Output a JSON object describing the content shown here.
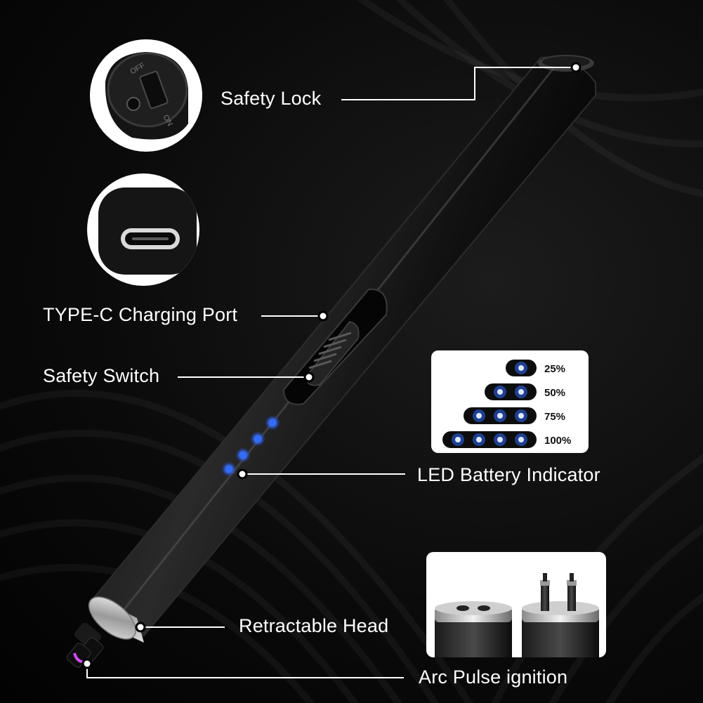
{
  "callouts": {
    "safety_lock": "Safety Lock",
    "type_c_port": "TYPE-C Charging Port",
    "safety_switch": "Safety Switch",
    "led_indicator": "LED Battery Indicator",
    "retractable_head": "Retractable Head",
    "arc_ignition": "Arc Pulse ignition"
  },
  "safety_lock_marks": {
    "off": "OFF",
    "on": "ON"
  },
  "battery_levels": [
    {
      "label": "25%",
      "leds": 1
    },
    {
      "label": "50%",
      "leds": 2
    },
    {
      "label": "75%",
      "leds": 3
    },
    {
      "label": "100%",
      "leds": 4
    }
  ],
  "colors": {
    "led": "#2f6bff",
    "arc": "#d24bff",
    "body": "#1a1a1a",
    "text": "#ffffff"
  },
  "icons": {
    "lock": "safety-lock-switch-icon",
    "port": "usb-c-port-icon"
  }
}
